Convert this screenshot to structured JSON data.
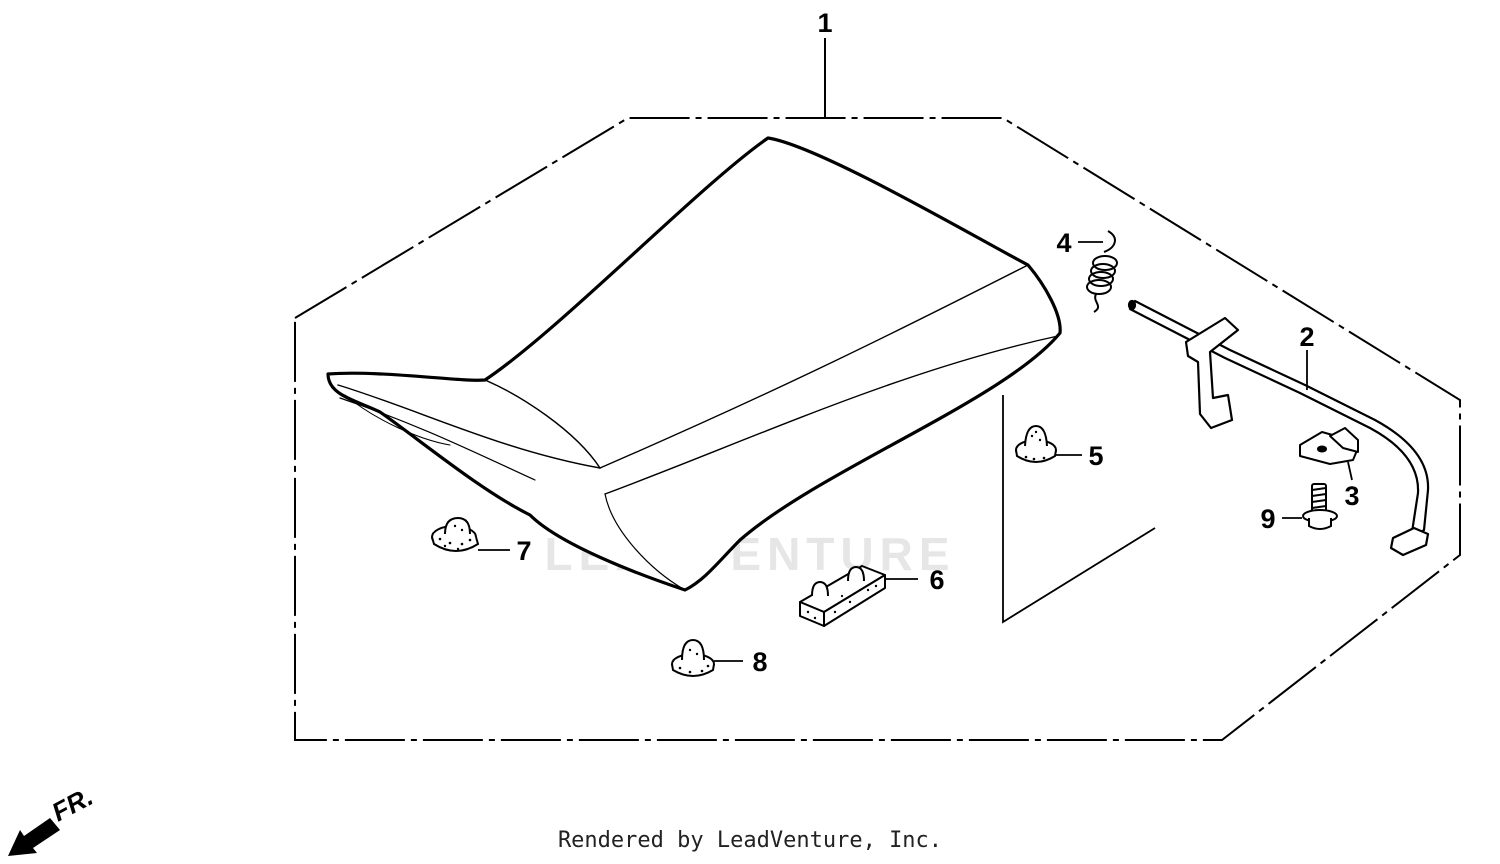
{
  "callouts": {
    "c1": "1",
    "c2": "2",
    "c3": "3",
    "c4": "4",
    "c5": "5",
    "c6": "6",
    "c7": "7",
    "c8": "8",
    "c9": "9"
  },
  "watermark": "LEADVENTURE",
  "direction_label": "FR.",
  "credit": "Rendered by LeadVenture, Inc."
}
